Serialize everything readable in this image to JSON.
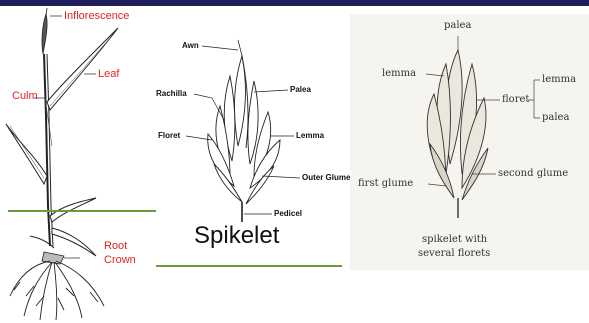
{
  "colors": {
    "top_bar": "#1f1d5c",
    "label_red": "#e0261c",
    "ground_line": "#6b9a3d"
  },
  "panel_plant": {
    "labels": {
      "inflorescence": "Inflorescence",
      "culm": "Culm",
      "leaf": "Leaf",
      "root": "Root",
      "crown": "Crown"
    }
  },
  "panel_spikelet": {
    "labels": {
      "awn": "Awn",
      "palea": "Palea",
      "rachilla": "Rachilla",
      "floret": "Floret",
      "lemma": "Lemma",
      "outer_glume": "Outer Glume",
      "pedicel": "Pedicel"
    },
    "title": "Spikelet"
  },
  "panel_florets": {
    "labels": {
      "palea_top": "palea",
      "lemma_left": "lemma",
      "floret": "floret",
      "lemma_right": "lemma",
      "palea_right": "palea",
      "first_glume": "first glume",
      "second_glume": "second glume"
    },
    "caption_line1": "spikelet with",
    "caption_line2": "several florets"
  }
}
